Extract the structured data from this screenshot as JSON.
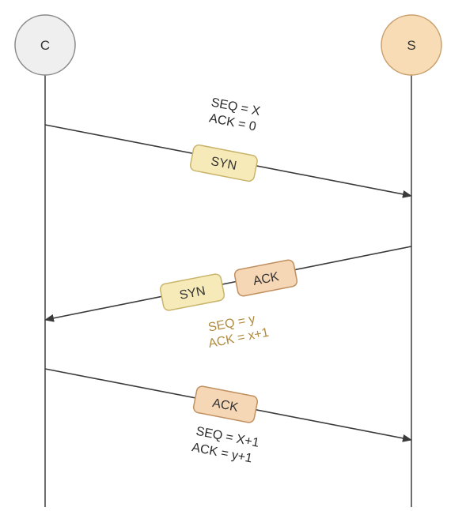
{
  "client": {
    "label": "C",
    "fill": "#efefef",
    "stroke": "#8a8a8a"
  },
  "server": {
    "label": "S",
    "fill": "#f7dcb5",
    "stroke": "#c9a06e"
  },
  "messages": [
    {
      "packets": [
        {
          "label": "SYN",
          "fill": "#f6eab9",
          "stroke": "#c8b46a"
        }
      ],
      "info": [
        "SEQ = X",
        "ACK = 0"
      ],
      "info_color": "#2a2a2a"
    },
    {
      "packets": [
        {
          "label": "SYN",
          "fill": "#f6eab9",
          "stroke": "#c8b46a"
        },
        {
          "label": "ACK",
          "fill": "#f5d6b5",
          "stroke": "#c09060"
        }
      ],
      "info": [
        "SEQ = y",
        "ACK = x+1"
      ],
      "info_color": "#b08a3e"
    },
    {
      "packets": [
        {
          "label": "ACK",
          "fill": "#f5d6b5",
          "stroke": "#c09060"
        }
      ],
      "info": [
        "SEQ = X+1",
        "ACK = y+1"
      ],
      "info_color": "#2a2a2a"
    }
  ],
  "colors": {
    "line": "#4a4a4a",
    "arrow": "#3a3a3a"
  }
}
